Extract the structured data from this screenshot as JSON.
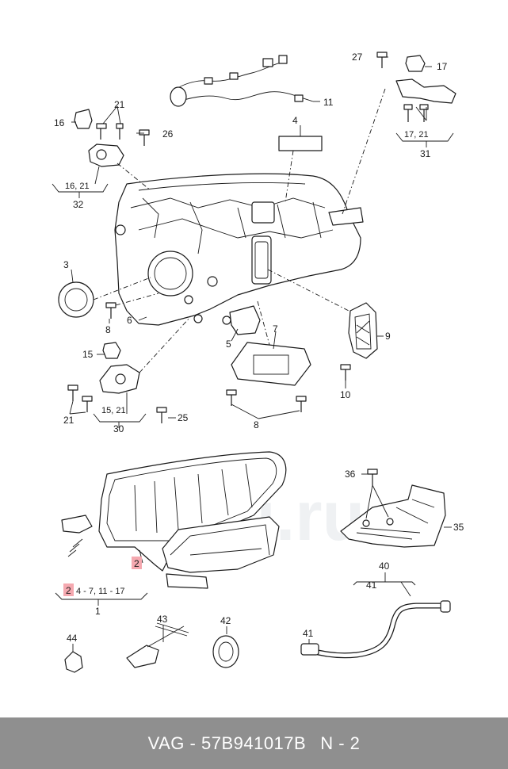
{
  "callouts": {
    "c1": "1",
    "c2a": "2",
    "c2b": "2",
    "c2_range": "4 - 7, 11 - 17",
    "c3": "3",
    "c4": "4",
    "c5": "5",
    "c6": "6",
    "c7": "7",
    "c8a": "8",
    "c8b": "8",
    "c9": "9",
    "c10": "10",
    "c11": "11",
    "c15": "15",
    "c16": "16",
    "c17": "17",
    "c21a": "21",
    "c21b": "21",
    "c25": "25",
    "c26": "26",
    "c27": "27",
    "c30": "30",
    "c31": "31",
    "c32": "32",
    "c35": "35",
    "c36": "36",
    "c40": "40",
    "c41a": "41",
    "c41b": "41",
    "c42": "42",
    "c43": "43",
    "c44": "44",
    "g16_21": "16, 21",
    "g15_21": "15, 21",
    "g17_21": "17, 21"
  },
  "colors": {
    "highlight": "#f5a9b0",
    "footer_bg": "#8f8f8f",
    "line": "#1a1a1a"
  },
  "footer": {
    "part_number": "VAG - 57B941017B",
    "page": "N - 2"
  },
  "watermark": "ali.ru"
}
